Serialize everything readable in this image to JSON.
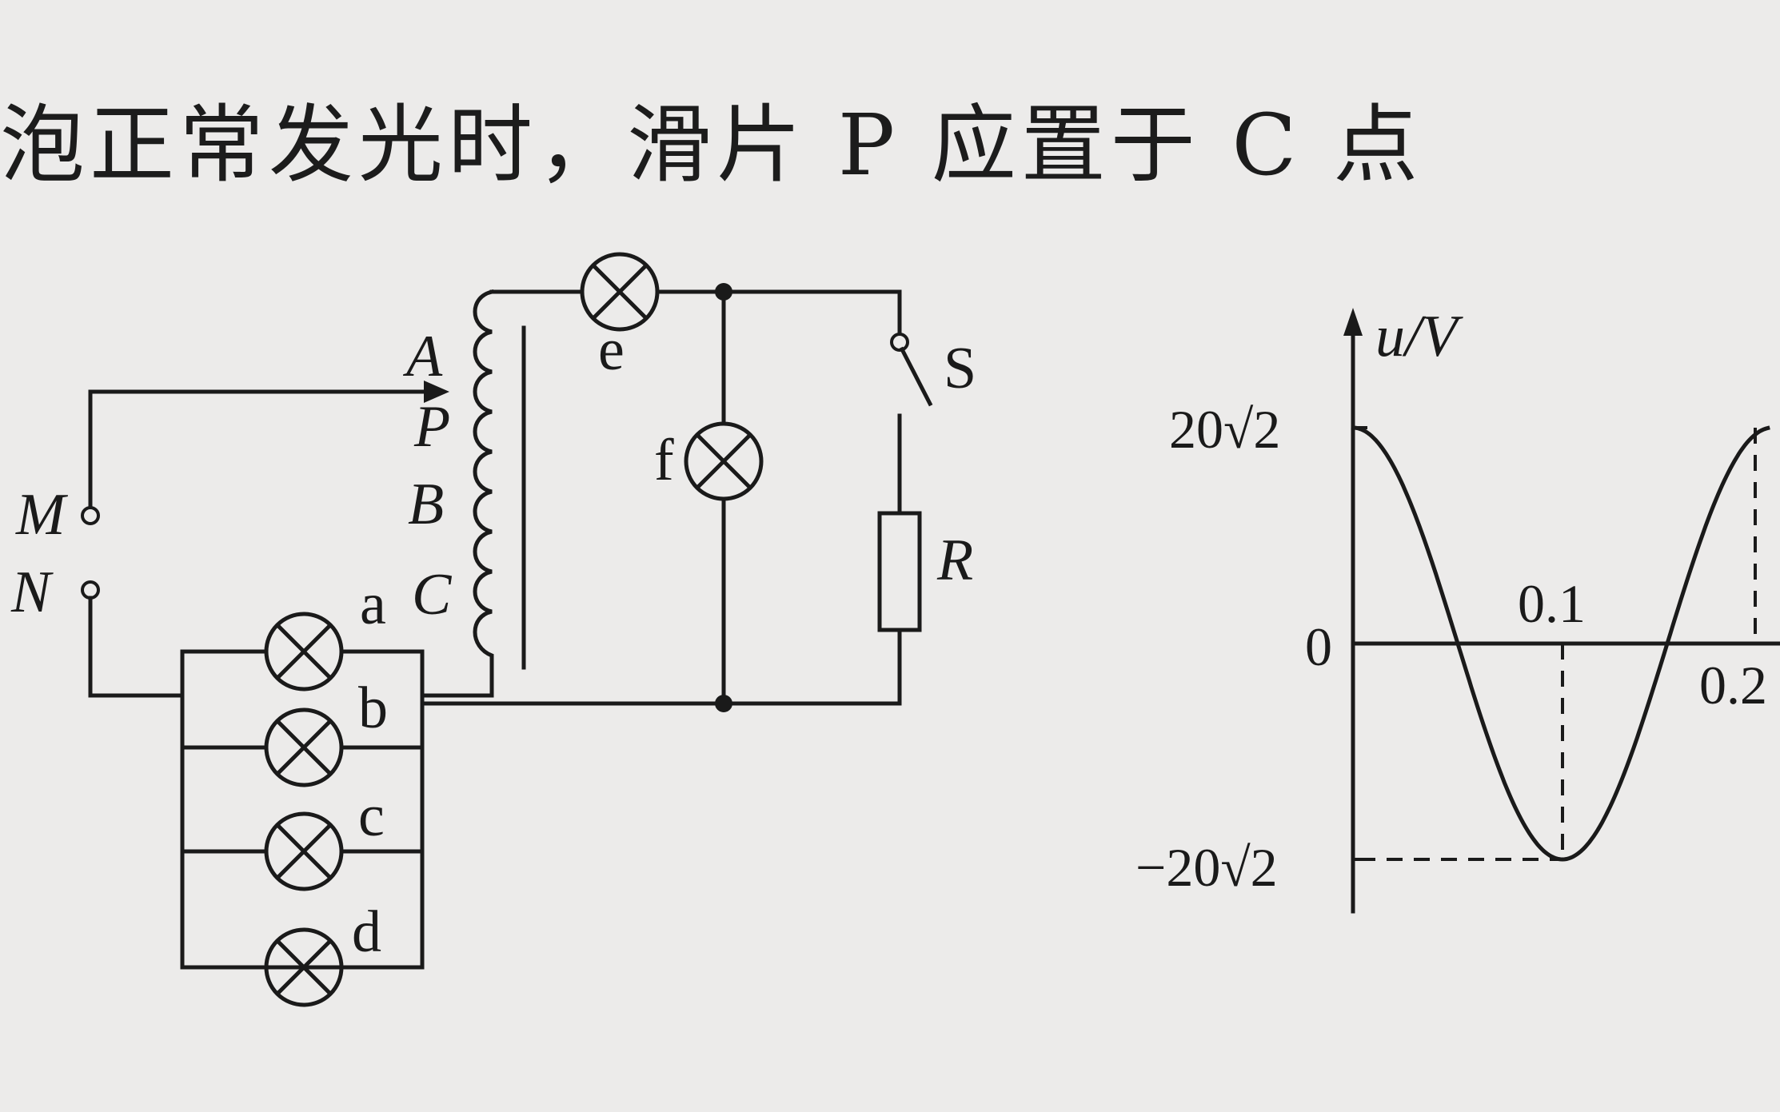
{
  "caption": "泡正常发光时，滑片 P 应置于 C 点",
  "circuit": {
    "terminals": {
      "m": "M",
      "n": "N"
    },
    "taps": {
      "a_tap": "A",
      "p_tap": "P",
      "b_tap": "B",
      "c_tap": "C"
    },
    "lamps": {
      "a": "a",
      "b": "b",
      "c": "c",
      "d": "d",
      "e": "e",
      "f": "f"
    },
    "switch": "S",
    "resistor": "R"
  },
  "graph": {
    "y_axis_label": "u/V",
    "y_max_label": "20√2",
    "y_min_label": "−20√2",
    "zero_label": "0",
    "x_tick_1": "0.1",
    "x_tick_2": "0.2",
    "peak_value": 28.28,
    "period": 0.2
  }
}
